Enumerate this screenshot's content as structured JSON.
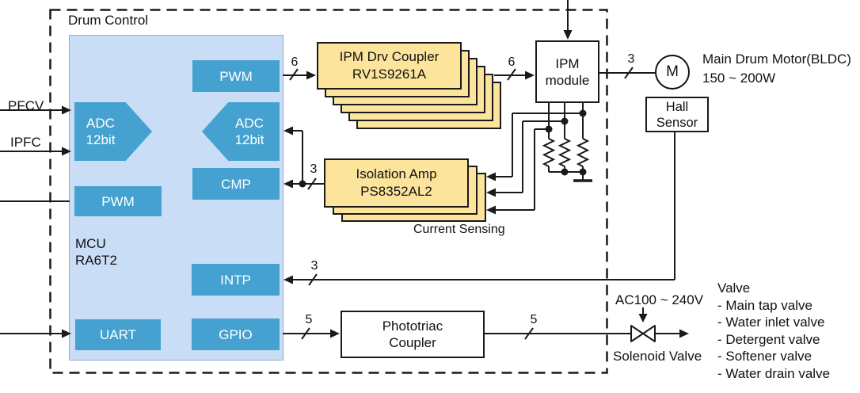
{
  "frame": {
    "title": "Drum Control"
  },
  "left_inputs": {
    "pfcv": "PFCV",
    "ipfc": "IPFC"
  },
  "mcu": {
    "label": "MCU\nRA6T2",
    "pwm_top": "PWM",
    "adc_left": "ADC\n12bit",
    "adc_right": "ADC\n12bit",
    "cmp": "CMP",
    "pwm_left": "PWM",
    "intp": "INTP",
    "uart": "UART",
    "gpio": "GPIO"
  },
  "blocks": {
    "ipm_drv_coupler": "IPM Drv Coupler\nRV1S9261A",
    "isolation_amp": "Isolation Amp\nPS8352AL2",
    "ipm_module": "IPM\nmodule",
    "hall_sensor": "Hall\nSensor",
    "phototriac": "Phototriac\nCoupler",
    "motor": "M"
  },
  "buses": {
    "mcu_to_coupler": "6",
    "coupler_to_ipm": "6",
    "ipm_to_motor": "3",
    "isolation_to_mcu": "3",
    "hall_to_intp": "3",
    "gpio_to_phototriac": "5",
    "phototriac_to_valve": "5"
  },
  "labels": {
    "current_sensing": "Current Sensing",
    "motor_name": "Main Drum Motor(BLDC)\n150 ~ 200W",
    "ac_range": "AC100 ~ 240V",
    "solenoid": "Solenoid Valve",
    "valve_title": "Valve",
    "valves": [
      "- Main tap valve",
      "- Water inlet valve",
      "- Detergent valve",
      "- Softener valve",
      "- Water drain valve"
    ]
  },
  "colors": {
    "mcu_fill": "#c9def6",
    "peripheral_blue": "#45a1d0",
    "coupler_yellow": "#fce49c",
    "line_black": "#1a1a1a"
  }
}
